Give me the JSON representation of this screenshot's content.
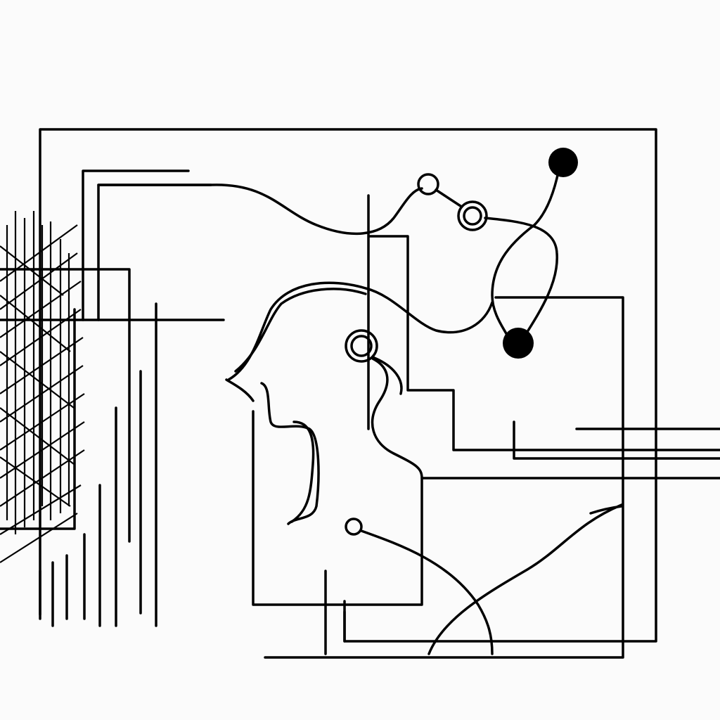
{
  "artwork": {
    "style": "abstract continuous line drawing",
    "colors": {
      "background": "#fbfbfb",
      "stroke": "#000000"
    },
    "filled_node_count": 2,
    "hollow_node_count": 4
  }
}
